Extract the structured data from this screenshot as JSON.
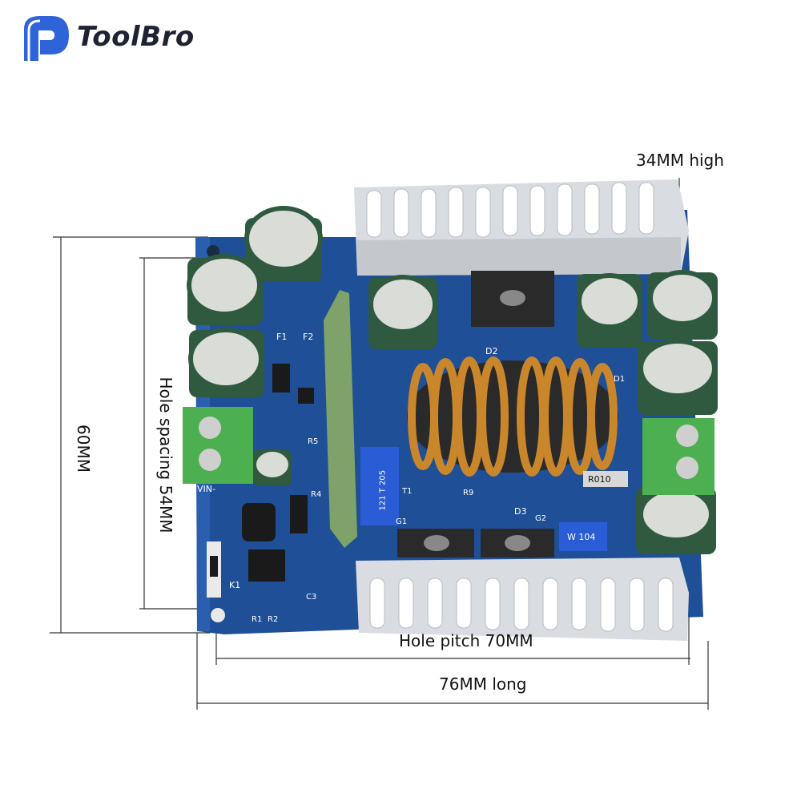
{
  "brand": {
    "name": "ToolBro",
    "accent_color": "#2f63d8",
    "logo_icon": "p-logo-icon"
  },
  "dimensions": {
    "height": "34MM high",
    "width": "60MM",
    "hole_spacing": "Hole spacing 54MM",
    "hole_pitch": "Hole pitch 70MM",
    "length": "76MM long"
  },
  "pcb_silkscreen": {
    "vin_minus": "VIN-",
    "fuse1": "F1",
    "fuse2": "F2",
    "switch": "K1",
    "resistor_r010": "R010",
    "pot_code": "W 104",
    "diode_d3": "D3",
    "diode_d2": "D2",
    "diode_d1": "D1",
    "cap_c3": "C3",
    "r1": "R1",
    "r2": "R2",
    "r5": "R5",
    "r4": "R4",
    "r9": "R9",
    "g1": "G1",
    "g2": "G2",
    "t1": "T1",
    "reg_code": "121 T 205"
  },
  "colors": {
    "pcb": "#1f4f96",
    "heatsink": "#d9dce0",
    "coil": "#c9862b",
    "capacitor": "#2f5a3f",
    "terminal": "#4caf50"
  }
}
